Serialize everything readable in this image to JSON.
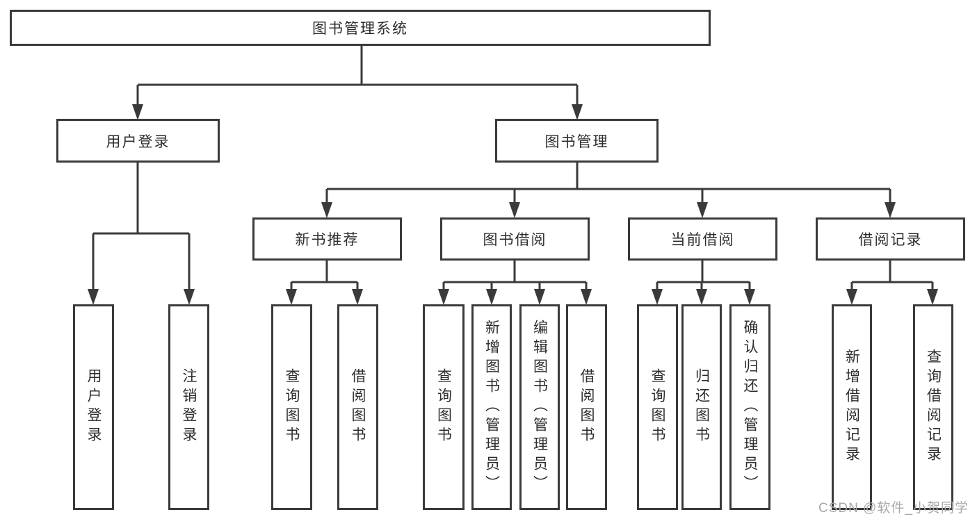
{
  "diagram_title": "图书管理系统",
  "nodes": {
    "root": "图书管理系统",
    "user_login": {
      "label": "用户登录",
      "children": [
        "用户登录",
        "注销登录"
      ]
    },
    "book_management": {
      "label": "图书管理",
      "sections": {
        "new_books": {
          "label": "新书推荐",
          "children": [
            "查询图书",
            "借阅图书"
          ]
        },
        "borrowing": {
          "label": "图书借阅",
          "children": [
            "查询图书",
            "新增图书（管理员）",
            "编辑图书（管理员）",
            "借阅图书"
          ]
        },
        "current": {
          "label": "当前借阅",
          "children": [
            "查询图书",
            "归还图书",
            "确认归还（管理员）"
          ]
        },
        "records": {
          "label": "借阅记录",
          "children": [
            "新增借阅记录",
            "查询借阅记录"
          ]
        }
      }
    }
  },
  "watermark": {
    "text": "CSDN @软件_小贺同学"
  },
  "colors": {
    "line": "#3a3a3a",
    "box_border": "#3a3a3a",
    "text": "#2d2d2d",
    "watermark": "#a8a8a8",
    "background": "#ffffff"
  }
}
